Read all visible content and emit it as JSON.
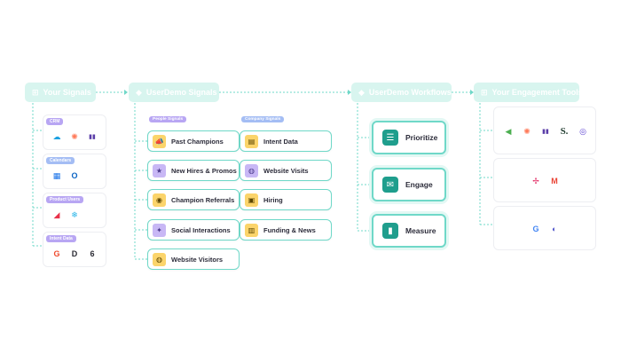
{
  "headers": {
    "your_signals": "Your Signals",
    "userdemo_signals": "UserDemo Signals",
    "userdemo_workflows": "UserDemo Workflows",
    "engagement_tools": "Your Engagement Tools"
  },
  "source_groups": [
    {
      "tag": "CRM",
      "logos": [
        {
          "name": "salesforce-icon",
          "glyph": "☁",
          "color": "#1ba0e1"
        },
        {
          "name": "hubspot-icon",
          "glyph": "✺",
          "color": "#ff7a59"
        },
        {
          "name": "gong-icon",
          "glyph": "▮▮",
          "color": "#5b3ea8"
        }
      ]
    },
    {
      "tag": "Calendars",
      "logos": [
        {
          "name": "google-calendar-icon",
          "glyph": "▦",
          "color": "#1a73e8"
        },
        {
          "name": "outlook-icon",
          "glyph": "O",
          "color": "#0a64c4"
        }
      ]
    },
    {
      "tag": "Product Users",
      "logos": [
        {
          "name": "segment-icon",
          "glyph": "◢",
          "color": "#e8314a"
        },
        {
          "name": "snowflake-icon",
          "glyph": "❄",
          "color": "#29b5e8"
        }
      ]
    },
    {
      "tag": "Intent Data",
      "logos": [
        {
          "name": "g2-icon",
          "glyph": "G",
          "color": "#ef4a2d"
        },
        {
          "name": "bombora-icon",
          "glyph": "D",
          "color": "#2a2a33"
        },
        {
          "name": "6sense-icon",
          "glyph": "6",
          "color": "#2a2a33"
        }
      ]
    }
  ],
  "people_signals": {
    "label": "People Signals",
    "items": [
      {
        "label": "Past Champions",
        "icon": "megaphone-icon",
        "glyph": "📣"
      },
      {
        "label": "New Hires & Promos",
        "icon": "badge-icon",
        "glyph": "★"
      },
      {
        "label": "Champion Referrals",
        "icon": "referral-icon",
        "glyph": "◉"
      },
      {
        "label": "Social Interactions",
        "icon": "social-icon",
        "glyph": "✦"
      },
      {
        "label": "Website Visitors",
        "icon": "globe-icon",
        "glyph": "◍"
      }
    ]
  },
  "company_signals": {
    "label": "Company Signals",
    "items": [
      {
        "label": "Intent Data",
        "icon": "chart-icon",
        "glyph": "▤"
      },
      {
        "label": "Website Visits",
        "icon": "web-icon",
        "glyph": "◍"
      },
      {
        "label": "Hiring",
        "icon": "hiring-icon",
        "glyph": "▣"
      },
      {
        "label": "Funding & News",
        "icon": "news-icon",
        "glyph": "▥"
      }
    ]
  },
  "workflows": [
    {
      "label": "Prioritize",
      "icon": "list-icon",
      "glyph": "☰"
    },
    {
      "label": "Engage",
      "icon": "chat-icon",
      "glyph": "✉"
    },
    {
      "label": "Measure",
      "icon": "bar-chart-icon",
      "glyph": "▮"
    }
  ],
  "tool_groups": [
    {
      "logos": [
        {
          "name": "outreach-icon",
          "glyph": "◀",
          "color": "#4caf50"
        },
        {
          "name": "hubspot-icon",
          "glyph": "✺",
          "color": "#ff7a59"
        },
        {
          "name": "gong-icon",
          "glyph": "▮▮",
          "color": "#5b3ea8"
        },
        {
          "name": "salesloft-icon",
          "glyph": "S.",
          "color": "#1f3b2e"
        },
        {
          "name": "apollo-icon",
          "glyph": "◎",
          "color": "#5a3fd1"
        }
      ]
    },
    {
      "logos": [
        {
          "name": "slack-icon",
          "glyph": "✢",
          "color": "#e01e5a"
        },
        {
          "name": "gmail-icon",
          "glyph": "M",
          "color": "#ea4335"
        }
      ]
    },
    {
      "logos": [
        {
          "name": "google-icon",
          "glyph": "G",
          "color": "#4285f4"
        },
        {
          "name": "linkedin-ads-icon",
          "glyph": "◐",
          "color": "#4a4fc9"
        }
      ]
    }
  ],
  "colors": {
    "header_bg": "#d8f5ef",
    "card_border": "#6fd8c8",
    "wire": "#6fd8c8",
    "accent": "#1f9e8d"
  }
}
